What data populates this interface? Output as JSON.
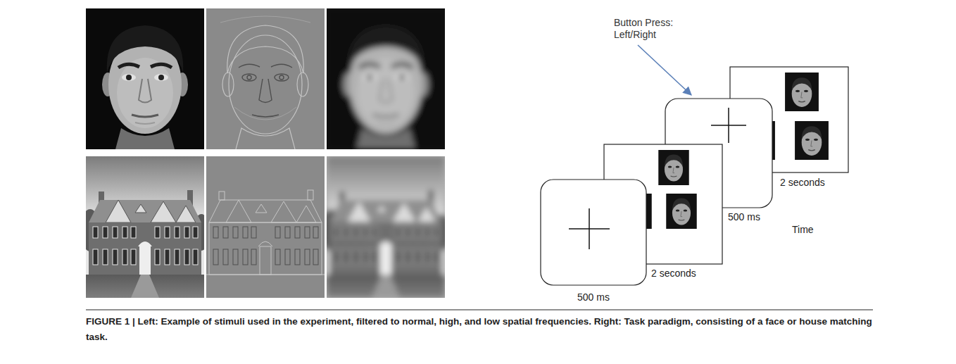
{
  "diagram": {
    "caption": "FIGURE 1 | Left: Example of stimuli used in the experiment, filtered to normal, high, and low spatial frequencies. Right: Task paradigm, consisting of a face or house matching task.",
    "labels": [
      "Button Press: Left/Right",
      "500 ms",
      "2 seconds",
      "500 ms",
      "2 seconds",
      "Time"
    ]
  }
}
